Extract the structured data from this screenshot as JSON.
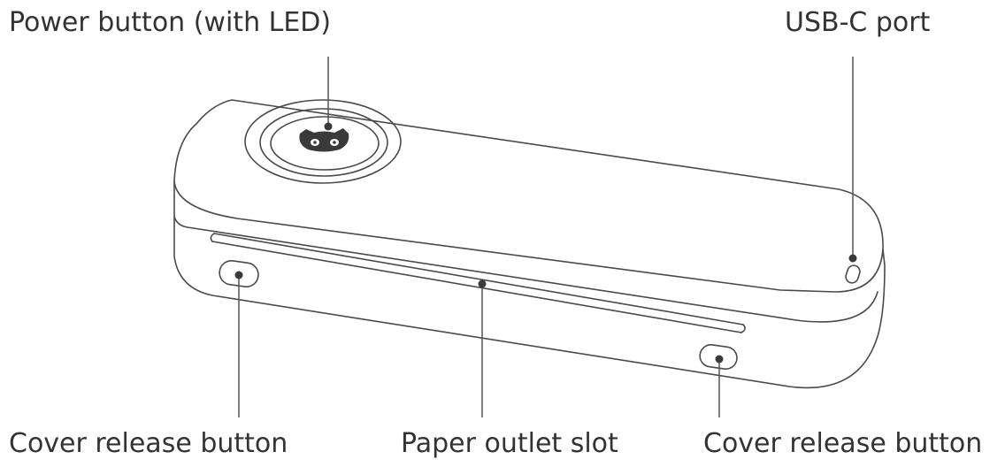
{
  "labels": {
    "power_button": "Power button (with LED)",
    "usb_c_port": "USB-C port",
    "cover_release_left": "Cover release button",
    "paper_outlet": "Paper outlet slot",
    "cover_release_right": "Cover release button"
  },
  "colors": {
    "outline": "#4a4a4a",
    "leader": "#555555",
    "dot": "#3a3a3a",
    "text": "#333333",
    "logo": "#3a3a3a"
  }
}
